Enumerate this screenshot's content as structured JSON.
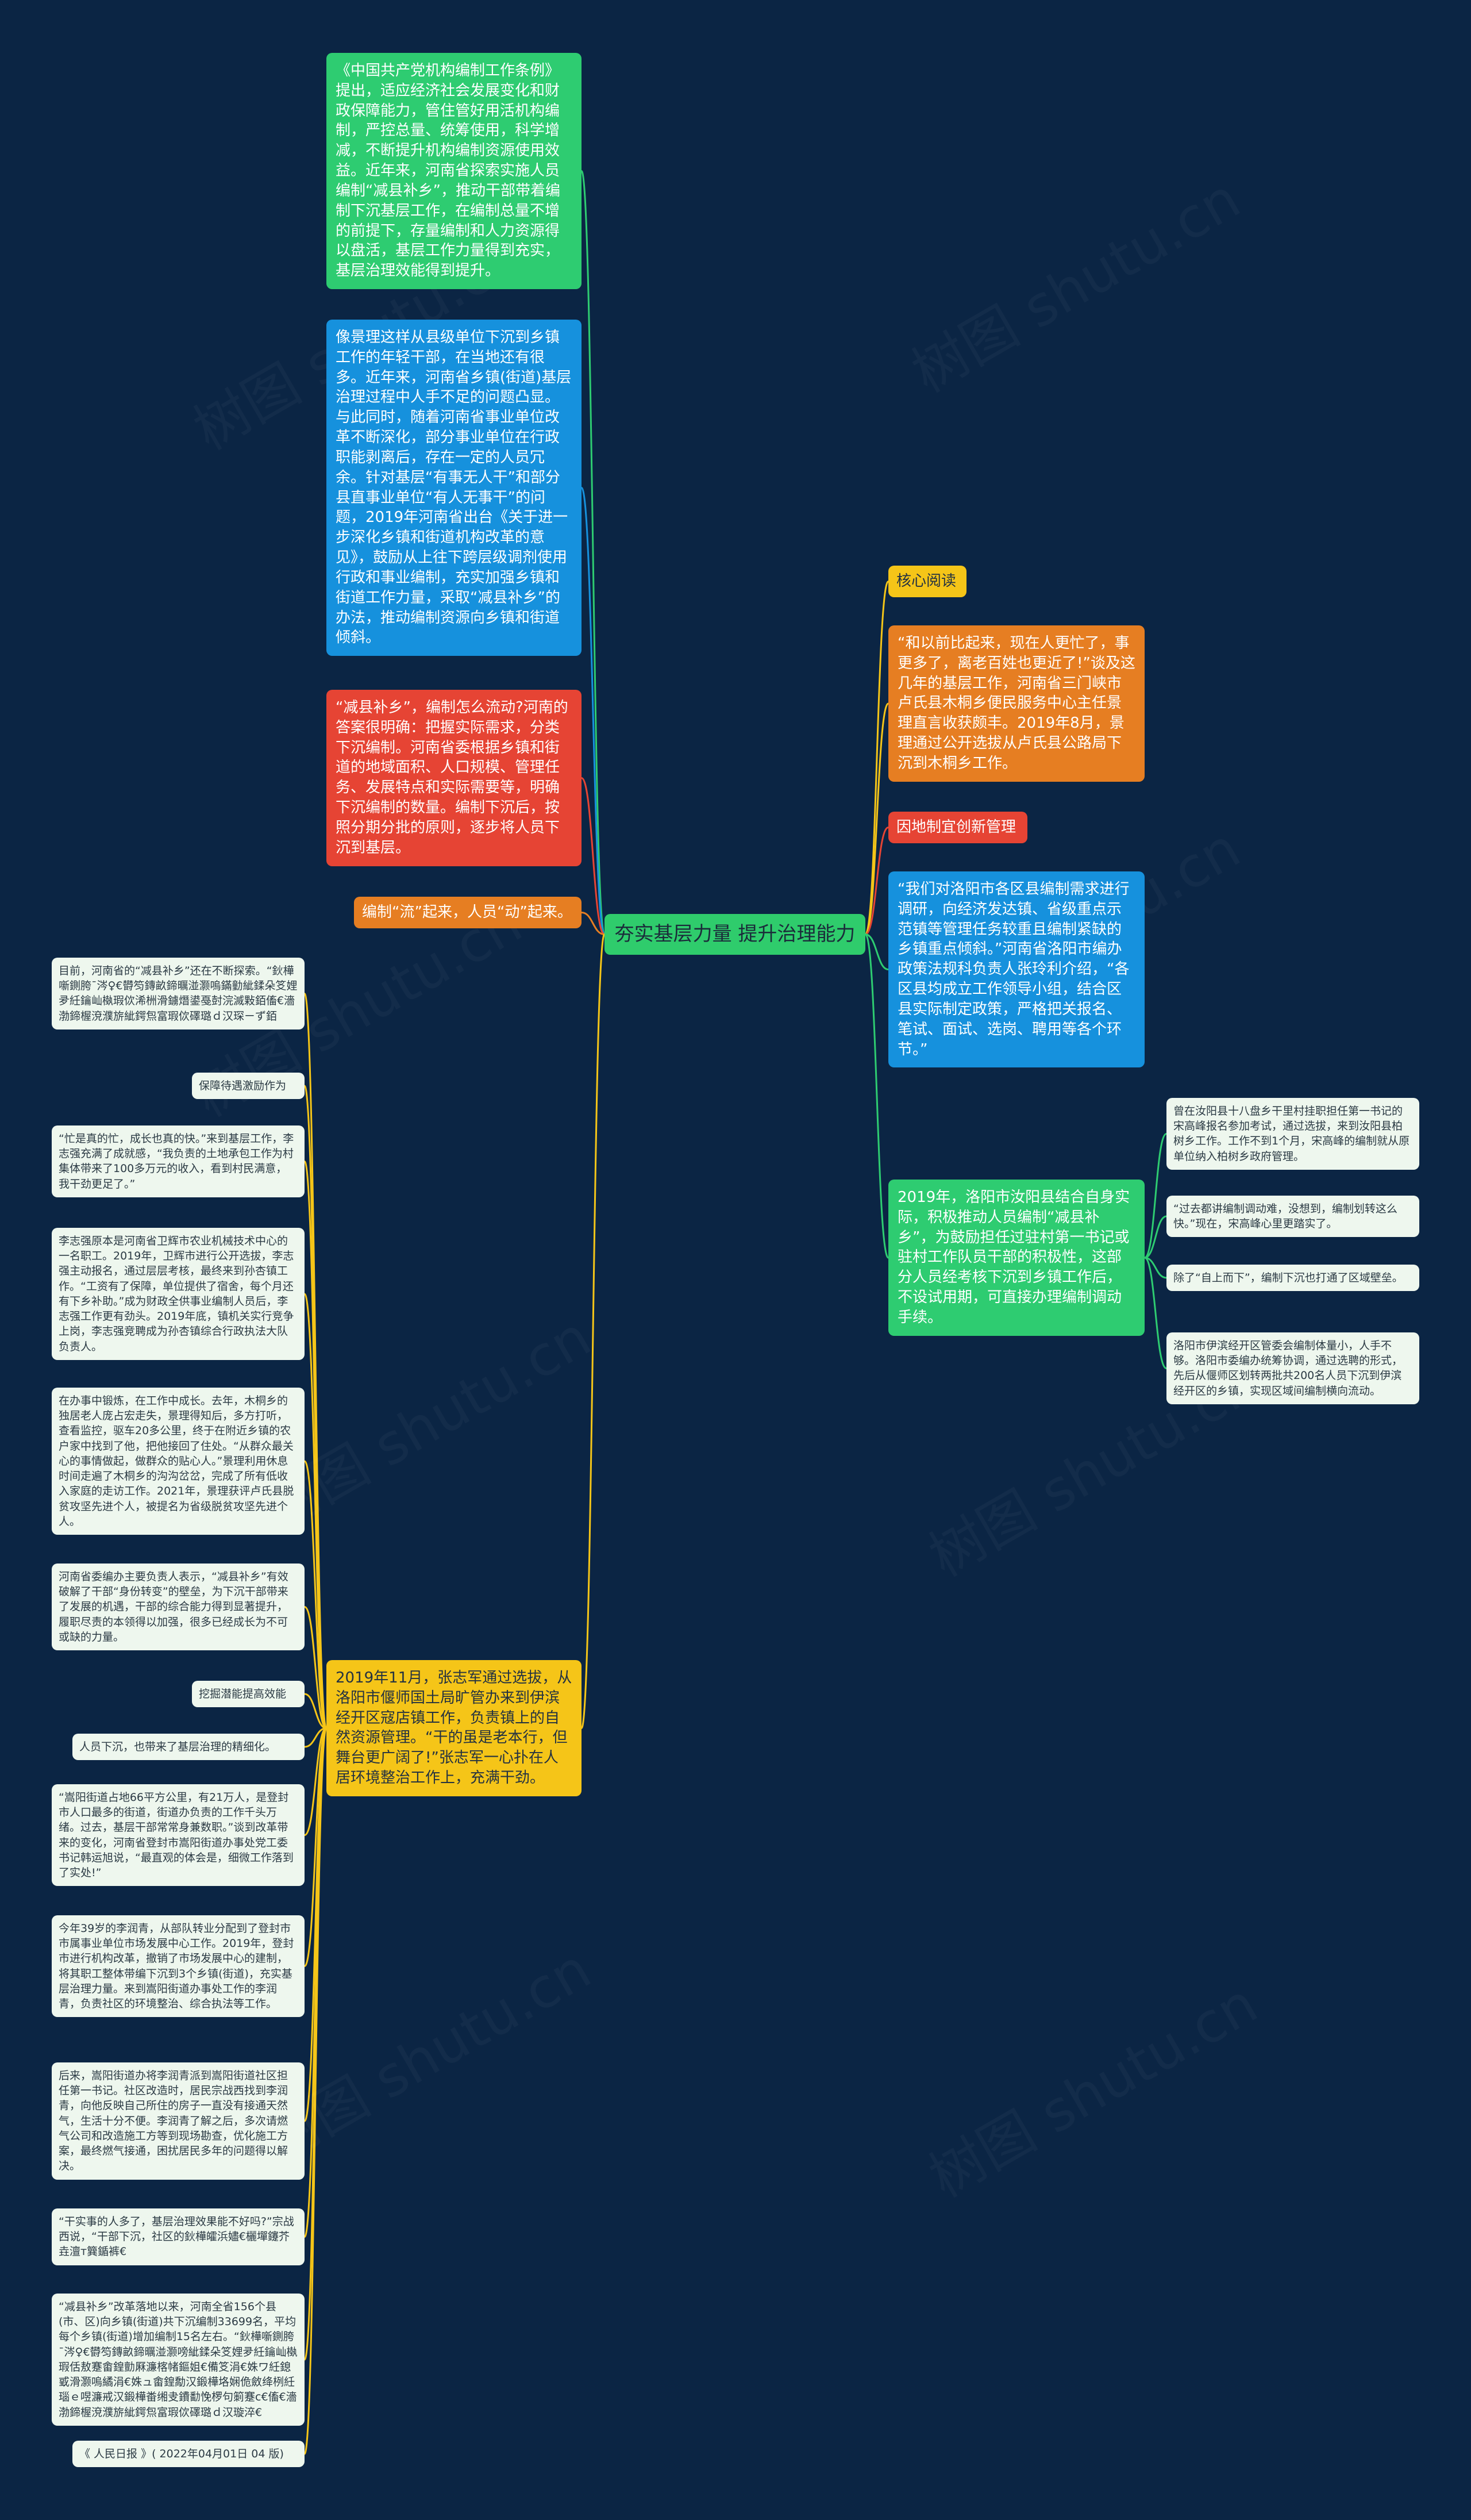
{
  "watermark": "树图 shutu.cn",
  "colors": {
    "background": "#0b2544",
    "green": "#2ecc71",
    "blue": "#1691dd",
    "red": "#e64434",
    "orange": "#e67e22",
    "yellow": "#f5c518",
    "light": "#eef7ee"
  },
  "center": {
    "text": "夯实基层力量 提升治理能力"
  },
  "left": {
    "n1": "《中国共产党机构编制工作条例》提出，适应经济社会发展变化和财政保障能力，管住管好用活机构编制，严控总量、统筹使用，科学增减，不断提升机构编制资源使用效益。近年来，河南省探索实施人员编制“减县补乡”，推动干部带着编制下沉基层工作，在编制总量不增的前提下，存量编制和人力资源得以盘活，基层工作力量得到充实，基层治理效能得到提升。",
    "n2": "像景理这样从县级单位下沉到乡镇工作的年轻干部，在当地还有很多。近年来，河南省乡镇(街道)基层治理过程中人手不足的问题凸显。与此同时，随着河南省事业单位改革不断深化，部分事业单位在行政职能剥离后，存在一定的人员冗余。针对基层“有事无人干”和部分县直事业单位“有人无事干”的问题，2019年河南省出台《关于进一步深化乡镇和街道机构改革的意见》，鼓励从上往下跨层级调剂使用行政和事业编制，充实加强乡镇和街道工作力量，采取“减县补乡”的办法，推动编制资源向乡镇和街道倾斜。",
    "n3": "“减县补乡”，编制怎么流动?河南的答案很明确：把握实际需求，分类下沉编制。河南省委根据乡镇和街道的地域面积、人口规模、管理任务、发展特点和实际需要等，明确下沉编制的数量。编制下沉后，按照分期分批的原则，逐步将人员下沉到基层。",
    "n4": "编制“流”起来，人员“动”起来。",
    "n5": "2019年11月，张志军通过选拔，从洛阳市偃师国土局旷管办来到伊滨经开区寇店镇工作，负责镇上的自然资源管理。“干的虽是老本行，但舞台更广阔了!”张志军一心扑在人居环境整治工作上，充满干劲。"
  },
  "leaves": [
    "目前，河南省的“减县补乡”还在不断探索。“鈥樺噺鍘胯ˉ涔♀€欎笉鏄畝鍗曞湴灏嗚鏋勭紪鍒朵笅娌夛紝鑰屾槸瑕佽浠栦滑鐪熸鍙戞尌浣滅敤銆傗€濇渤鍗楃渷濮旂紪鍔炰富瑕佽礋璐ｄ汉琛ㄧず銆",
    "保障待遇激励作为",
    "“忙是真的忙，成长也真的快。”来到基层工作，李志强充满了成就感，“我负责的土地承包工作为村集体带来了100多万元的收入，看到村民满意，我干劲更足了。”",
    "李志强原本是河南省卫辉市农业机械技术中心的一名职工。2019年，卫辉市进行公开选拔，李志强主动报名，通过层层考核，最终来到孙杏镇工作。“工资有了保障，单位提供了宿舍，每个月还有下乡补助。”成为财政全供事业编制人员后，李志强工作更有劲头。2019年底，镇机关实行竞争上岗，李志强竞聘成为孙杏镇综合行政执法大队负责人。",
    "在办事中锻炼，在工作中成长。去年，木桐乡的独居老人庞占宏走失，景理得知后，多方打听，查看监控，驱车20多公里，终于在附近乡镇的农户家中找到了他，把他接回了住处。“从群众最关心的事情做起，做群众的贴心人。”景理利用休息时间走遍了木桐乡的沟沟岔岔，完成了所有低收入家庭的走访工作。2021年，景理获评卢氏县脱贫攻坚先进个人，被提名为省级脱贫攻坚先进个人。",
    "河南省委编办主要负责人表示，“减县补乡”有效破解了干部“身份转变”的壁垒，为下沉干部带来了发展的机遇，干部的综合能力得到显著提升，履职尽责的本领得以加强，很多已经成长为不可或缺的力量。",
    "挖掘潜能提高效能",
    "人员下沉，也带来了基层治理的精细化。",
    "“嵩阳街道占地66平方公里，有21万人，是登封市人口最多的街道，街道办负责的工作千头万绪。过去，基层干部常常身兼数职。”谈到改革带来的变化，河南省登封市嵩阳街道办事处党工委书记韩运旭说，“最直观的体会是，细微工作落到了实处!”",
    "今年39岁的李润青，从部队转业分配到了登封市市属事业单位市场发展中心工作。2019年，登封市进行机构改革，撤销了市场发展中心的建制，将其职工整体带编下沉到3个乡镇(街道)，充实基层治理力量。来到嵩阳街道办事处工作的李润青，负责社区的环境整治、综合执法等工作。",
    "后来，嵩阳街道办将李润青派到嵩阳街道社区担任第一书记。社区改造时，居民宗战西找到李润青，向他反映自己所住的房子一直没有接通天然气，生活十分不便。李润青了解之后，多次请燃气公司和改造施工方等到现场勘查，优化施工方案，最终燃气接通，困扰居民多年的问题得以解决。",
    "“干实事的人多了，基层治理效果能不好吗?”宗战西说，“干部下沉，社区的鈥樺皬浜嬧€欐墠鑳芥垚澶т簨鍎裤€",
    "“减县补乡”改革落地以来，河南全省156个县(市、区)向乡镇(街道)共下沉编制33699名，平均每个乡镇(街道)增加编制15名左右。“鈥樺噺鍘胯ˉ涔♀€欎笉鏄畝鍗曞湴灏嗙紪鍒朵笅娌夛紝鑰屾槸瑕佸敖蹇畬鍠勯厤濂楁帾鏂姐€備笅涓€姝ワ紝鎴戜滑灏嗚繘涓€姝ュ畬鍠勪汉鍛樺垎娴佹斂绛栵紝瑙ｅ喅濂戒汉鍛樺畨缃叏鐨勫悗椤句箣蹇с€傗€濇渤鍗楃渷濮旂紪鍔炰富瑕佽礋璐ｄ汉璇淬€",
    "《 人民日报 》( 2022年04月01日 04 版)"
  ],
  "right": {
    "core_label": "核心阅读",
    "r1": "“和以前比起来，现在人更忙了，事更多了，离老百姓也更近了!”谈及这几年的基层工作，河南省三门峡市卢氏县木桐乡便民服务中心主任景理直言收获颇丰。2019年8月，景理通过公开选拔从卢氏县公路局下沉到木桐乡工作。",
    "innov_label": "因地制宜创新管理",
    "r2": "“我们对洛阳市各区县编制需求进行调研，向经济发达镇、省级重点示范镇等管理任务较重且编制紧缺的乡镇重点倾斜。”河南省洛阳市编办政策法规科负责人张玲利介绍，“各区县均成立工作领导小组，结合区县实际制定政策，严格把关报名、笔试、面试、选岗、聘用等各个环节。”",
    "r3": "2019年，洛阳市汝阳县结合自身实际，积极推动人员编制“减县补乡”，为鼓励担任过驻村第一书记或驻村工作队员干部的积极性，这部分人员经考核下沉到乡镇工作后，不设试用期，可直接办理编制调动手续。",
    "rleaves": [
      "曾在汝阳县十八盘乡干里村挂职担任第一书记的宋高峰报名参加考试，通过选拔，来到汝阳县柏树乡工作。工作不到1个月，宋高峰的编制就从原单位纳入柏树乡政府管理。",
      "“过去都讲编制调动难，没想到，编制划转这么快。”现在，宋高峰心里更踏实了。",
      "除了“自上而下”，编制下沉也打通了区域壁垒。",
      "洛阳市伊滨经开区管委会编制体量小，人手不够。洛阳市委编办统筹协调，通过选聘的形式，先后从偃师区划转两批共200名人员下沉到伊滨经开区的乡镇，实现区域间编制横向流动。"
    ]
  }
}
